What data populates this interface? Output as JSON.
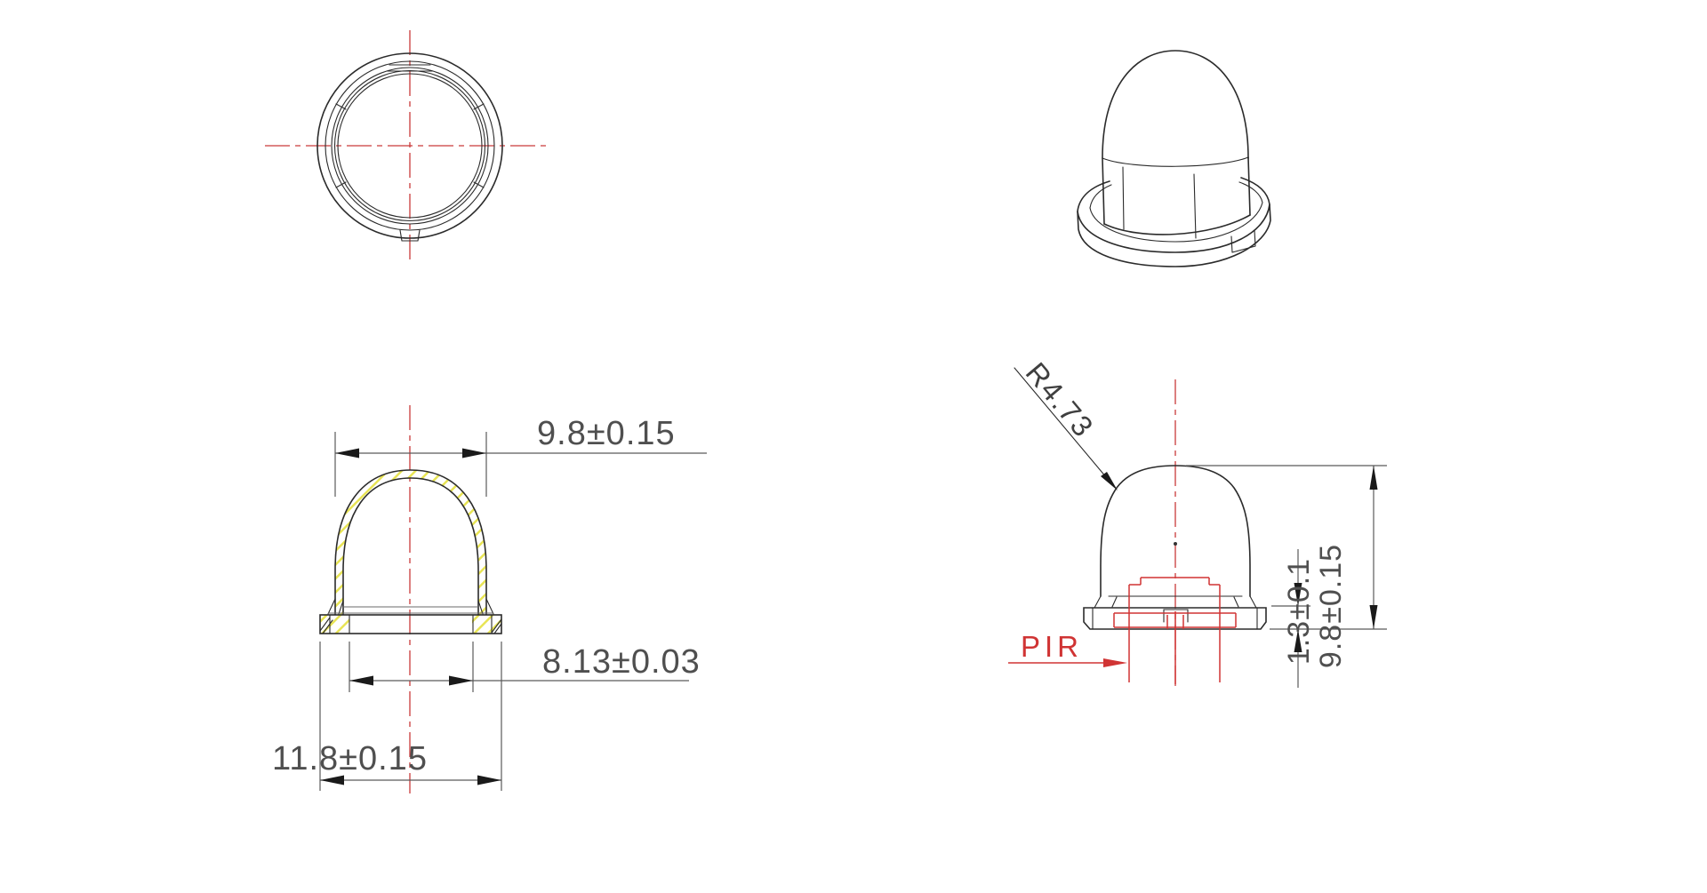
{
  "drawing": {
    "background": "#ffffff",
    "colors": {
      "object_line": "#2b2b2b",
      "dimension_line": "#5a5a5a",
      "centerline_red": "#c93a3a",
      "annotation_red": "#d03434",
      "hatch_yellow": "#e8e455",
      "dimension_text": "#4f4f4f"
    },
    "views": {
      "top": {
        "id": "top-view"
      },
      "isometric": {
        "id": "isometric-view"
      },
      "front_section": {
        "dims": {
          "dome_outer_width": "9.8±0.15",
          "inner_diameter": "8.13±0.03",
          "flange_width": "11.8±0.15"
        }
      },
      "side": {
        "dims": {
          "dome_radius": "R4.73",
          "flange_thickness": "1.3±0.1",
          "overall_height": "9.8±0.15"
        },
        "labels": {
          "sensor": "PIR"
        }
      }
    }
  }
}
